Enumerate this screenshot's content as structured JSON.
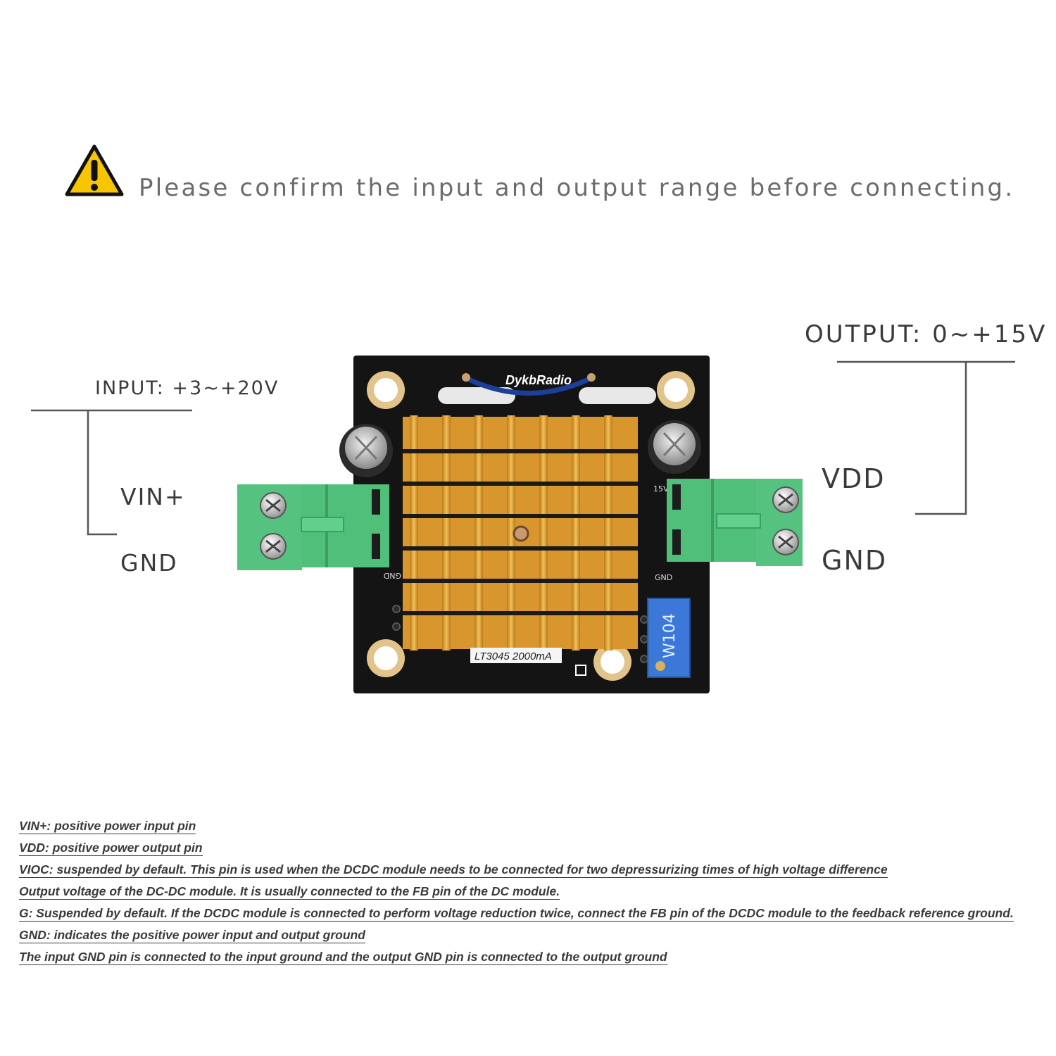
{
  "warning": {
    "icon": "warning-triangle-icon",
    "text": "Please confirm the input and output range before connecting."
  },
  "input": {
    "range": "INPUT: +3~+20V",
    "pins": [
      "VIN+",
      "GND"
    ]
  },
  "output": {
    "range": "OUTPUT: 0~+15V",
    "pins": [
      "VDD",
      "GND"
    ]
  },
  "board": {
    "brand": "DykbRadio",
    "model": "LT3045 2000mA",
    "pot_label": "W104",
    "silk_gnd_left": "GND",
    "silk_gnd_right": "GND",
    "silk_15v": "15V)"
  },
  "colors": {
    "heatsink": "#e0a030",
    "terminal": "#4fbf7a",
    "pcb": "#141414",
    "potentiometer": "#3b78d8"
  },
  "descriptions": [
    "VIN+: positive power input pin",
    "VDD: positive power output pin",
    "VIOC: suspended by default. This pin is used when the DCDC module needs to be connected for two depressurizing times of high voltage difference",
    "Output voltage of the DC-DC module. It is usually connected to the FB pin of the DC module.",
    "G: Suspended by default. If the DCDC module is connected to perform voltage reduction twice, connect the FB pin of the DCDC module to the feedback reference ground.",
    "GND: indicates the positive power input and output ground",
    "The input GND pin is connected to the input ground and the output GND pin is connected to the output ground"
  ]
}
